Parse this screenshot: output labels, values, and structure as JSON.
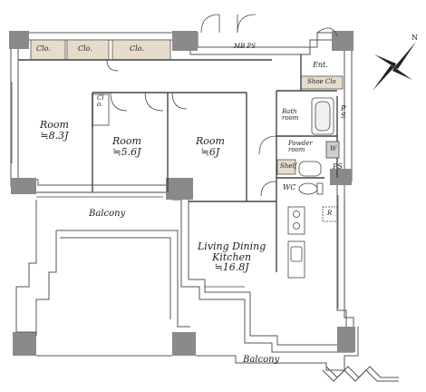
{
  "rooms": {
    "room_a": {
      "name": "Room",
      "size": "≒8.3J"
    },
    "room_b": {
      "name": "Room",
      "size": "≒5.6J"
    },
    "room_c": {
      "name": "Room",
      "size": "≒6J"
    },
    "ldk": {
      "name_line1": "Living Dining",
      "name_line2": "Kitchen",
      "size": "≒16.8J"
    }
  },
  "storage": {
    "clo1": "Clo.",
    "clo2": "Clo.",
    "clo3": "Clo.",
    "clo_small": "Clo.",
    "shoe": "Shoe Clo",
    "shelf": "Shelf"
  },
  "utility": {
    "mbps": "MB PS",
    "ent": "Ent.",
    "bath_line1": "Bath",
    "bath_line2": "room",
    "powder_line1": "Powder",
    "powder_line2": "room",
    "wc": "WC",
    "ps_a_line1": "P",
    "ps_a_line2": "S",
    "ps_b": "PS",
    "washer": "W",
    "fridge": "R"
  },
  "balcony": {
    "north": "Balcony",
    "south": "Balcony"
  },
  "compass": {
    "north": "N"
  },
  "colors": {
    "wall": "#7a7a7a",
    "closet_fill": "#e6dccb",
    "line": "#333333"
  }
}
